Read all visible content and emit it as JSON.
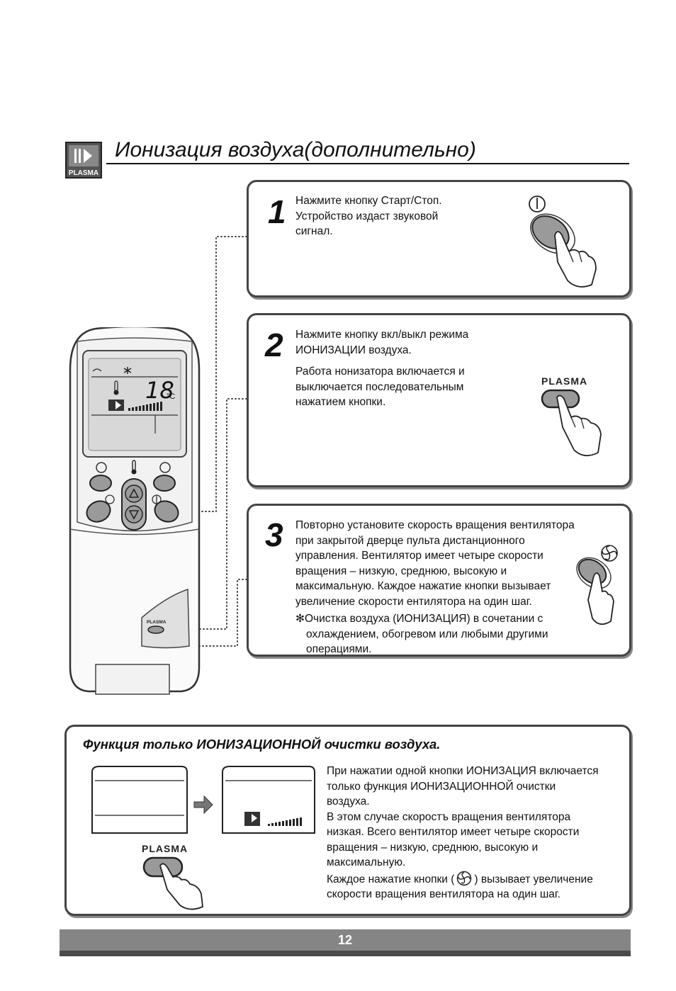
{
  "header": {
    "title": "Ионизация воздуха(дополнительно)",
    "icon_label": "PLASMA"
  },
  "steps": [
    {
      "number": "1",
      "lines": [
        "Нажмите кнопку Старт/Стоп.",
        "Устройство издаст звуковой",
        "сигнал."
      ]
    },
    {
      "number": "2",
      "lines": [
        "Нажмите кнопку вкл/выкл режима",
        "ИОНИЗАЦИИ воздуха."
      ],
      "lines2": [
        "Работа нонизатора включается и",
        "выключается последовательным",
        "нажатием кнопки."
      ],
      "button_label": "PLASMA"
    },
    {
      "number": "3",
      "lines": [
        "Повторно установите скорость вращения вентилятора",
        "при закрытой дверце пульта дистанционного",
        "управления. Вентилятор имеет четыре скорости",
        "вращения – низкую, среднюю, высокую и",
        "максимальную. Каждое нажатие кнопки вызывает",
        "увеличение скорости ентилятора на один шаг."
      ],
      "note": [
        "✻Очистка воздуха (ИОНИЗАЦИЯ) в сочетании с",
        "охлаждением, обогревом или любыми другими",
        "операциями."
      ]
    }
  ],
  "remote": {
    "temp_value": "18",
    "temp_unit": "°C",
    "plasma_label": "PLASMA"
  },
  "function_box": {
    "title": "Функция только ИОНИЗАЦИОННОЙ очистки воздуха.",
    "button_label": "PLASMA",
    "lines": [
      "При нажатии одной кнопки ИОНИЗАЦИЯ включается",
      "только функция ИОНИЗАЦИОННОЙ очистки",
      "воздуха.",
      "В этом случае скоростъ  вращения вентилятора",
      "низкая. Всего вентилятор имеет четыре скорости",
      "вращения – низкую, среднюю, высокую и",
      "максимальную."
    ],
    "last_line_a_pre": "Каждое нажатие кнопки (",
    "last_line_a_post": ") вызывает увеличение",
    "last_line_b": "скорости вращения вентилятора на один шаг."
  },
  "footer": {
    "page": "12"
  },
  "colors": {
    "button_gray": "#9a9a9a",
    "display_gray": "#d8d8d8",
    "footer_gray": "#858585"
  }
}
